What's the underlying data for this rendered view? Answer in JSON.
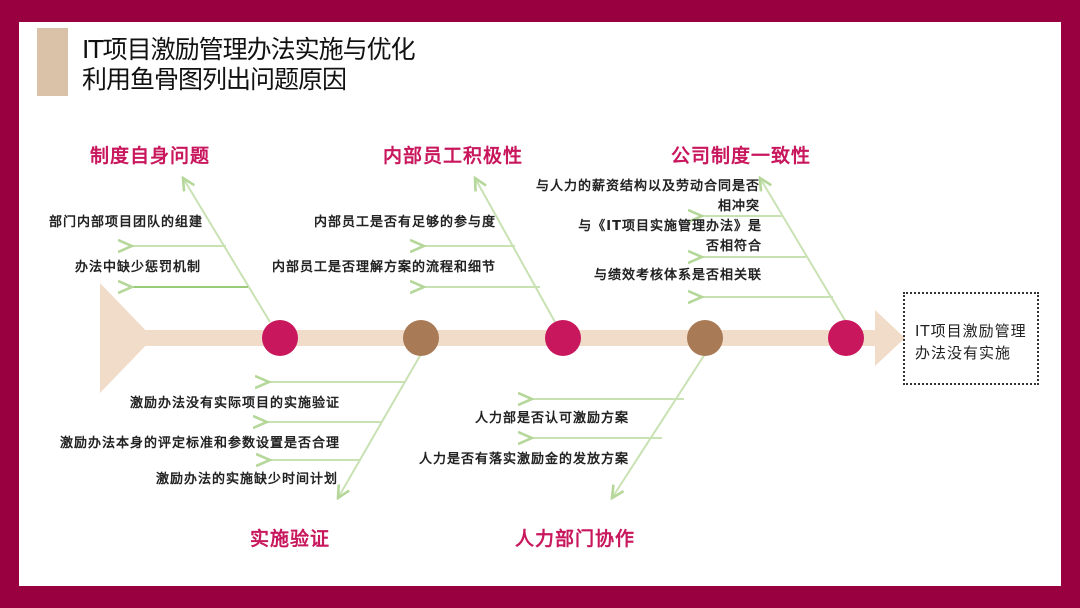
{
  "title": {
    "line1": "IT项目激励管理办法实施与优化",
    "line2": "利用鱼骨图列出问题原因"
  },
  "colors": {
    "frame": "#98003f",
    "accent": "#c8175d",
    "node_alt": "#a87a56",
    "spine": "#f0dcc8",
    "bone": "#c9e2b4"
  },
  "effect": "IT项目激励管理办法没有实施",
  "categories": [
    {
      "label": "制度自身问题",
      "items": [
        "部门内部项目团队的组建",
        "办法中缺少惩罚机制"
      ]
    },
    {
      "label": "内部员工积极性",
      "items": [
        "内部员工是否有足够的参与度",
        "内部员工是否理解方案的流程和细节"
      ]
    },
    {
      "label": "公司制度一致性",
      "items": [
        "与人力的薪资结构以及劳动合同是否相冲突",
        "与《IT项目实施管理办法》是否相符合",
        "与绩效考核体系是否相关联"
      ],
      "items_display": [
        "与人力的薪资结构以及劳动合同是否",
        "相冲突",
        "与《IT项目实施管理办法》是",
        "否相符合"
      ]
    },
    {
      "label": "实施验证",
      "items": [
        "激励办法没有实际项目的实施验证",
        "激励办法本身的评定标准和参数设置是否合理",
        "激励办法的实施缺少时间计划"
      ]
    },
    {
      "label": "人力部门协作",
      "items": [
        "人力部是否认可激励方案",
        "人力是否有落实激励金的发放方案"
      ]
    }
  ]
}
